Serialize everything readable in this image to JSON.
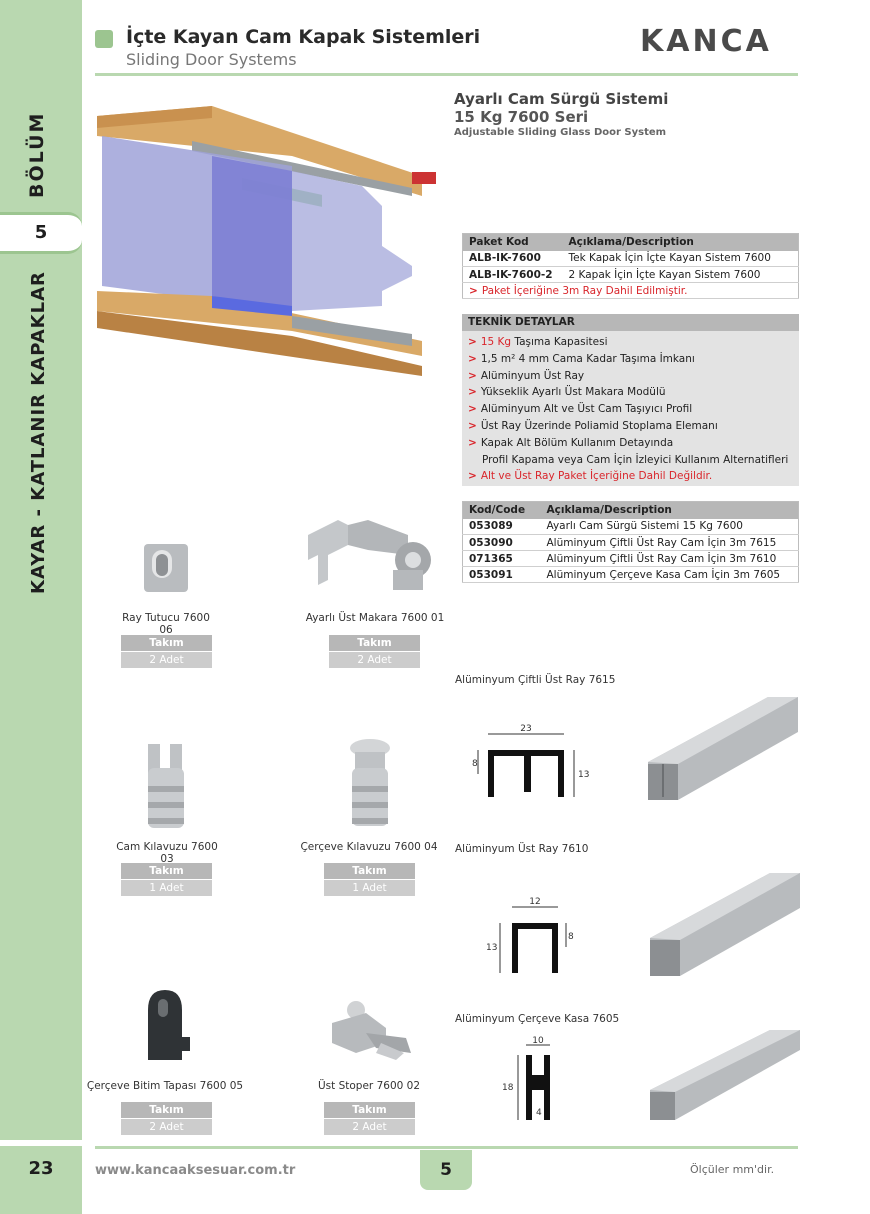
{
  "header": {
    "title": "İçte Kayan Cam Kapak Sistemleri",
    "subtitle": "Sliding Door Systems",
    "logo": "KANCA"
  },
  "sidebar": {
    "section_label": "BÖLÜM",
    "section_number": "5",
    "category": "KAYAR - KATLANIR KAPAKLAR"
  },
  "product": {
    "title": "Ayarlı Cam Sürgü Sistemi",
    "series": "15 Kg 7600 Seri",
    "english": "Adjustable Sliding Glass Door System"
  },
  "package_table": {
    "headers": [
      "Paket Kod",
      "Açıklama/Description"
    ],
    "rows": [
      [
        "ALB-IK-7600",
        "Tek Kapak İçin İçte Kayan Sistem 7600"
      ],
      [
        "ALB-IK-7600-2",
        "2 Kapak İçin İçte Kayan Sistem 7600"
      ]
    ],
    "note": "Paket İçeriğine 3m Ray Dahil Edilmiştir."
  },
  "tech": {
    "heading": "TEKNİK DETAYLAR",
    "items": [
      {
        "red": "15 Kg",
        "text": " Taşıma Kapasitesi"
      },
      {
        "red": "",
        "text": "1,5 m² 4 mm Cama Kadar  Taşıma İmkanı"
      },
      {
        "red": "",
        "text": "Alüminyum Üst Ray"
      },
      {
        "red": "",
        "text": "Yükseklik Ayarlı Üst Makara Modülü"
      },
      {
        "red": "",
        "text": "Alüminyum Alt ve Üst Cam Taşıyıcı Profil"
      },
      {
        "red": "",
        "text": "Üst Ray Üzerinde Poliamid Stoplama Elemanı"
      },
      {
        "red": "",
        "text": "Kapak Alt Bölüm Kullanım Detayında"
      },
      {
        "red": "",
        "text": "Profil Kapama veya Cam İçin İzleyici Kullanım Alternatifleri",
        "noarrow": true
      }
    ],
    "note": "Alt ve Üst Ray Paket İçeriğine Dahil Değildir."
  },
  "code_table": {
    "headers": [
      "Kod/Code",
      "Açıklama/Description"
    ],
    "rows": [
      [
        "053089",
        "Ayarlı Cam Sürgü Sistemi 15 Kg 7600"
      ],
      [
        "053090",
        "Alüminyum Çiftli Üst Ray Cam İçin 3m 7615"
      ],
      [
        "071365",
        "Alüminyum Çiftli Üst Ray Cam İçin 3m 7610"
      ],
      [
        "053091",
        "Alüminyum Çerçeve Kasa Cam İçin 3m 7605"
      ]
    ]
  },
  "parts": [
    {
      "label": "Ray Tutucu 7600 06",
      "takim": "Takım",
      "qty": "2 Adet"
    },
    {
      "label": "Ayarlı Üst Makara 7600 01",
      "takim": "Takım",
      "qty": "2 Adet"
    },
    {
      "label": "Cam Kılavuzu 7600 03",
      "takim": "Takım",
      "qty": "1 Adet"
    },
    {
      "label": "Çerçeve Kılavuzu 7600 04",
      "takim": "Takım",
      "qty": "1 Adet"
    },
    {
      "label": "Çerçeve Bitim Tapası 7600 05",
      "takim": "Takım",
      "qty": "2 Adet"
    },
    {
      "label": "Üst Stoper 7600 02",
      "takim": "Takım",
      "qty": "2 Adet"
    }
  ],
  "profiles": [
    {
      "label": "Alüminyum Çiftli Üst Ray 7615",
      "dims": [
        "23",
        "8",
        "13"
      ]
    },
    {
      "label": "Alüminyum Üst Ray 7610",
      "dims": [
        "12",
        "13",
        "8"
      ]
    },
    {
      "label": "Alüminyum Çerçeve Kasa 7605",
      "dims": [
        "10",
        "18",
        "4"
      ]
    }
  ],
  "footer": {
    "page": "23",
    "url": "www.kancaaksesuar.com.tr",
    "section": "5",
    "note": "Ölçüler mm'dir."
  }
}
